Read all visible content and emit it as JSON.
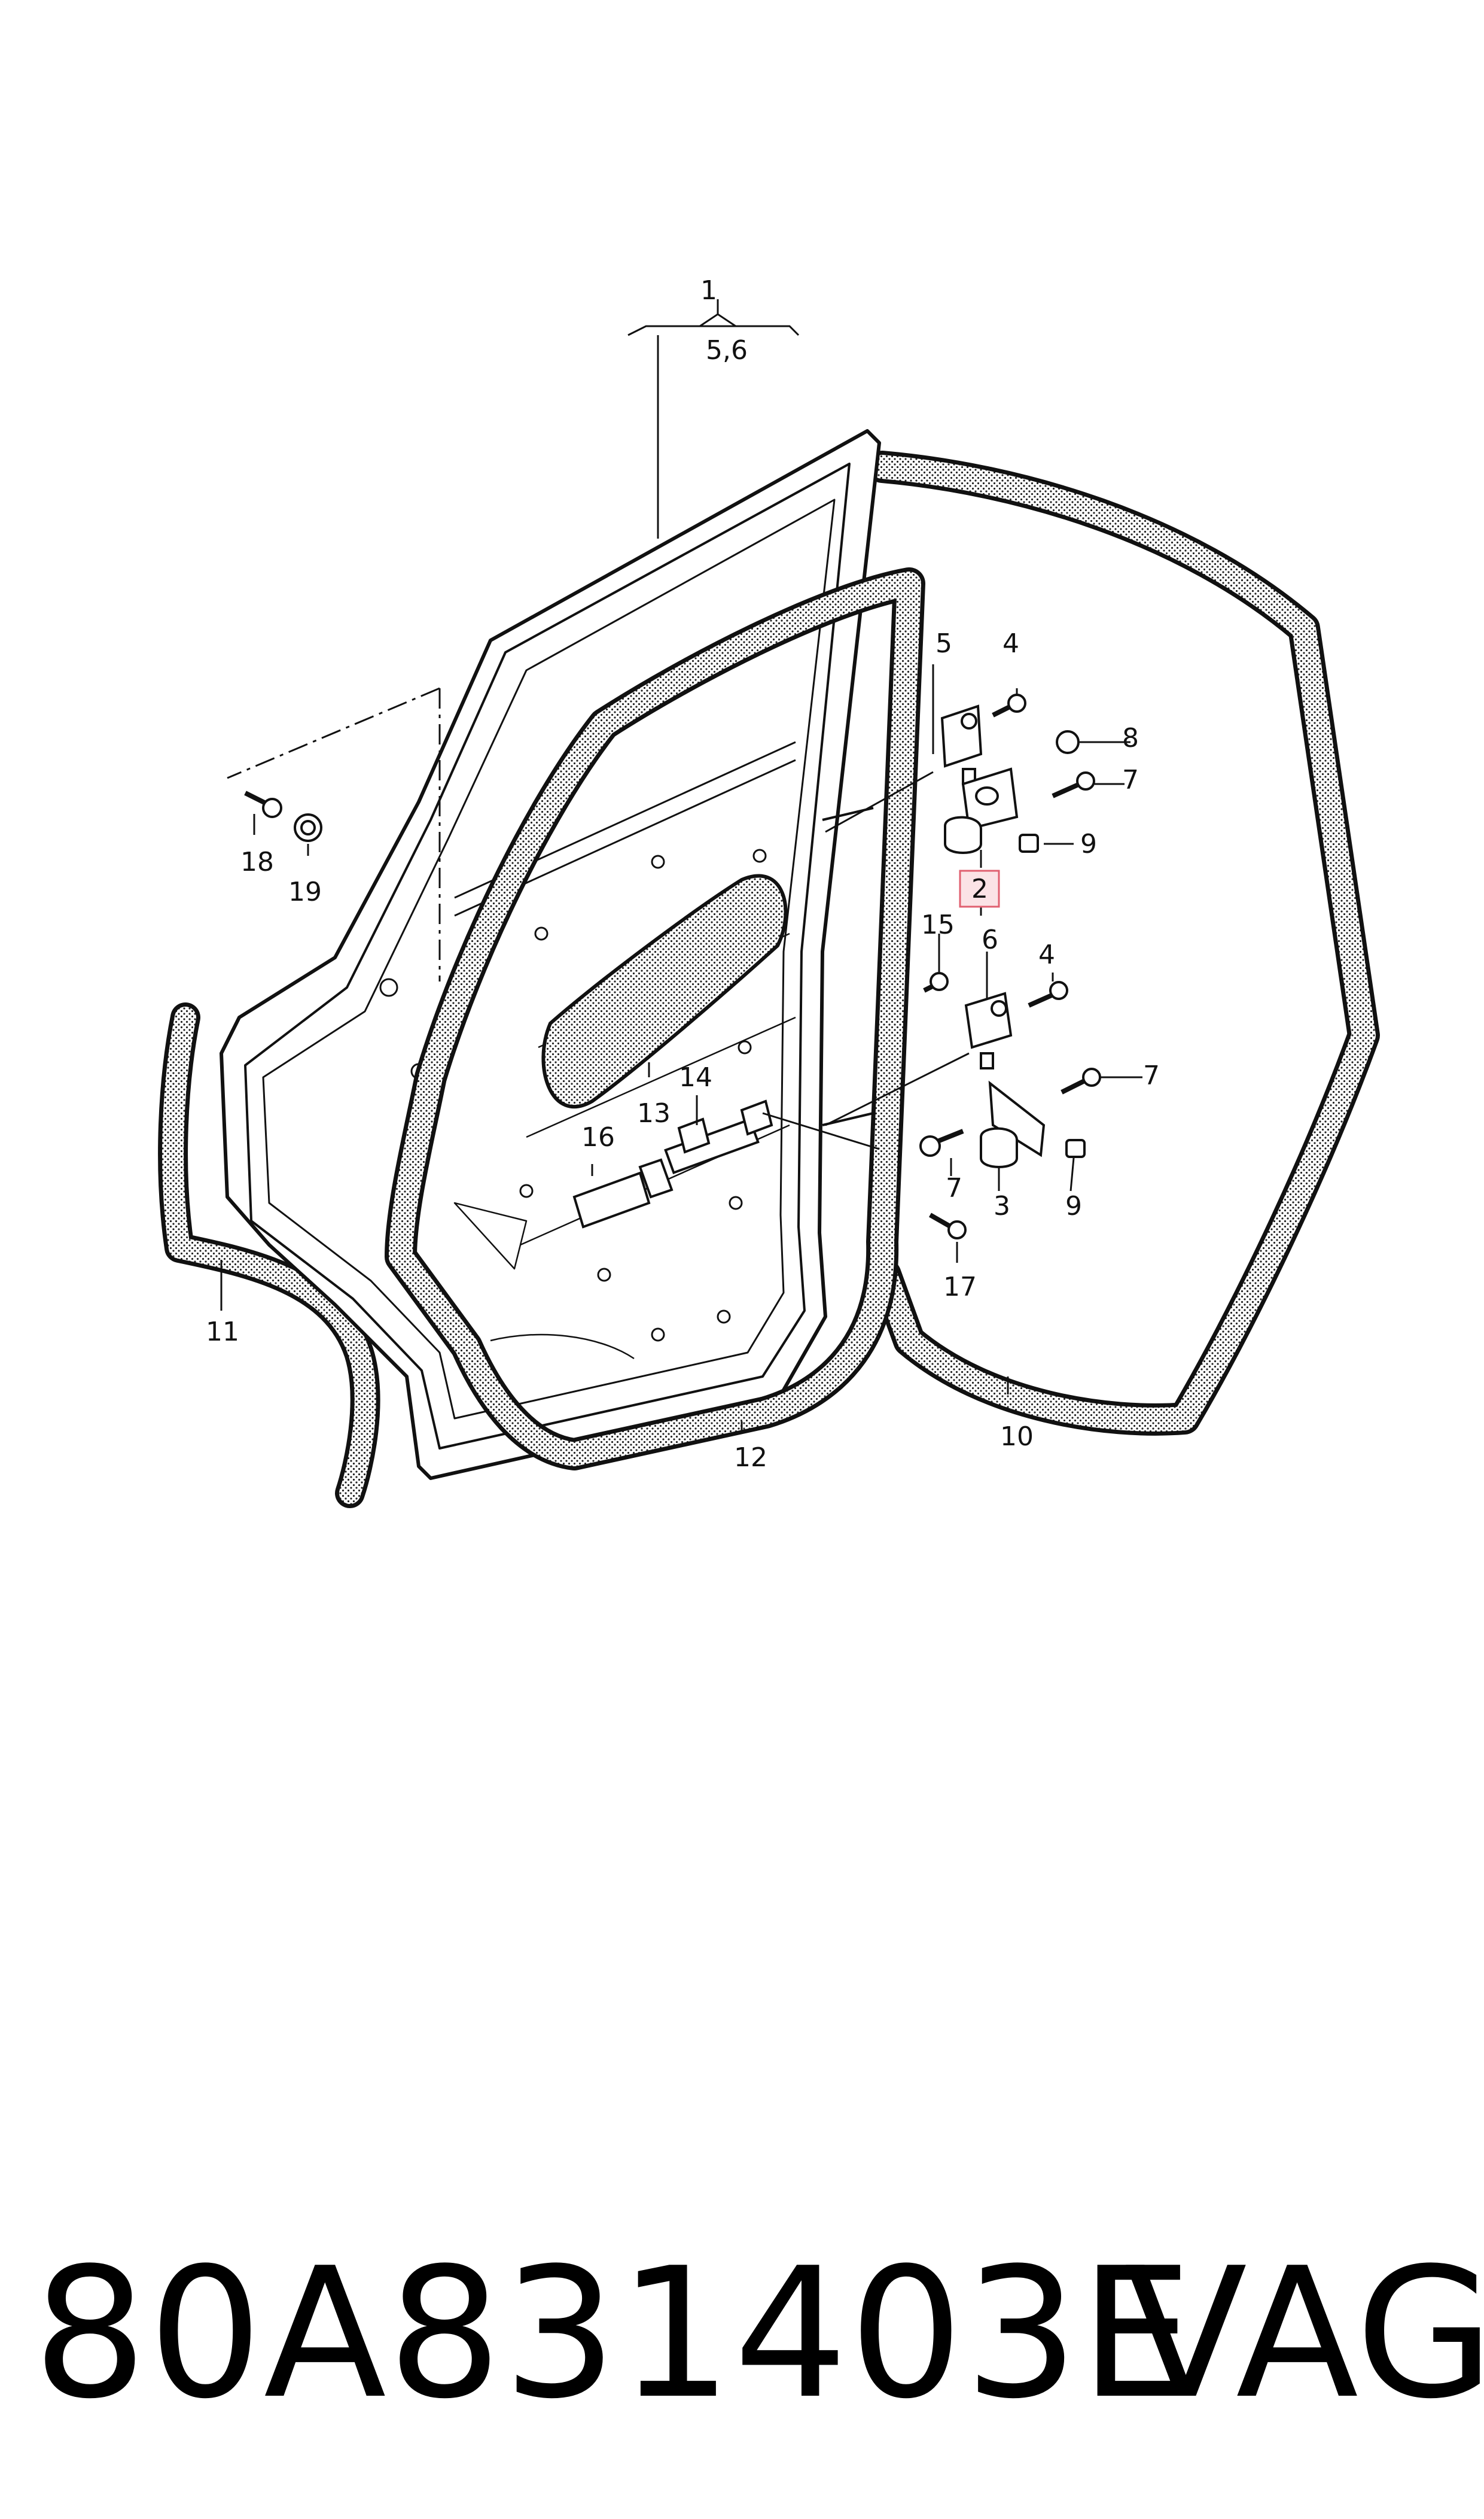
{
  "callouts": {
    "c1": "1",
    "c56": "5,6",
    "c2": "2",
    "c3": "3",
    "c4a": "4",
    "c4b": "4",
    "c5": "5",
    "c6": "6",
    "c7a": "7",
    "c7b": "7",
    "c7c": "7",
    "c8": "8",
    "c9a": "9",
    "c9b": "9",
    "c10": "10",
    "c11": "11",
    "c12": "12",
    "c13": "13",
    "c14": "14",
    "c15": "15",
    "c16": "16",
    "c17": "17",
    "c18": "18",
    "c19": "19"
  },
  "highlight_color": "#e06070",
  "footer": {
    "part_number": "80A831403E",
    "brand": "VAG"
  }
}
